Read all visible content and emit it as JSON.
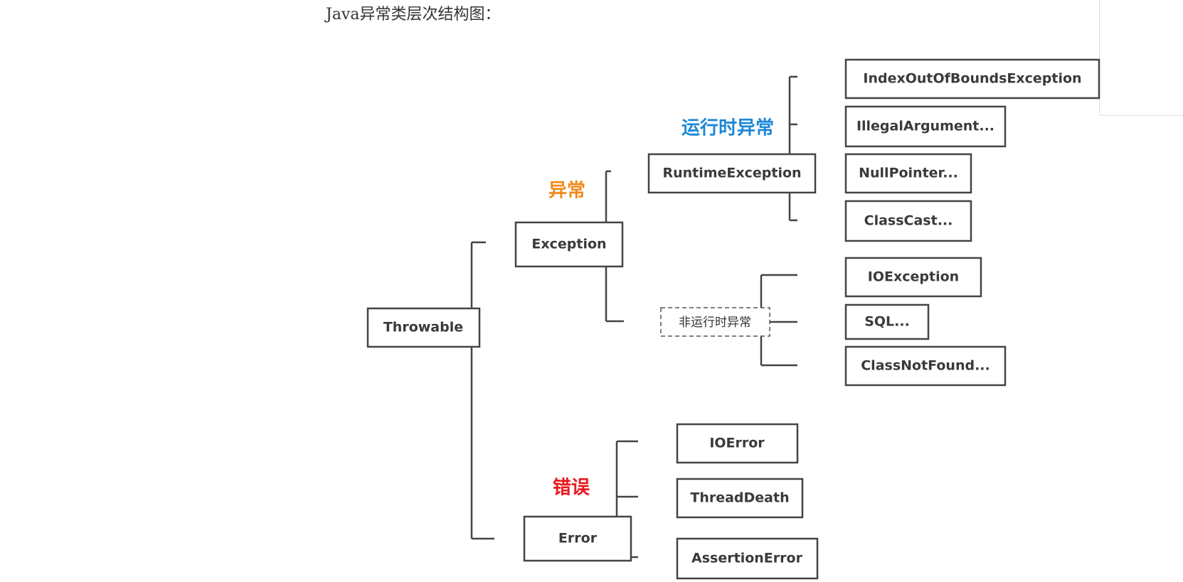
{
  "heading": "Java异常类层次结构图：",
  "diagram": {
    "category_labels": {
      "runtime": {
        "text": "运行时异常",
        "color": "#1c88d6"
      },
      "exception": {
        "text": "异常",
        "color": "#f08a1c"
      },
      "error": {
        "text": "错误",
        "color": "#e8191e"
      }
    },
    "nodes": {
      "throwable": "Throwable",
      "exception": "Exception",
      "error": "Error",
      "runtime_exception": "RuntimeException",
      "non_runtime": "非运行时异常",
      "index_out_of_bounds": "IndexOutOfBoundsException",
      "illegal_argument": "IllegalArgument...",
      "null_pointer": "NullPointer...",
      "class_cast": "ClassCast...",
      "io_exception": "IOException",
      "sql": "SQL...",
      "class_not_found": "ClassNotFound...",
      "io_error": "IOError",
      "thread_death": "ThreadDeath",
      "assertion_error": "AssertionError"
    }
  }
}
